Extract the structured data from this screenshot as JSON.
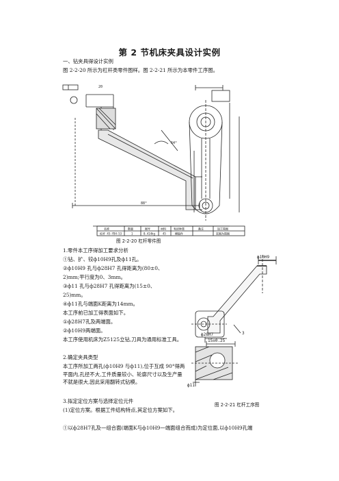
{
  "doc": {
    "title": "第 2 节机床夹具设计实例",
    "section_1": "一、钻夹具得设计实例",
    "intro": "图 2-2-20 所示为杠杆类零件图样。图 2-2-21 所示为本零件工序图。",
    "fig1_caption": "图 2-2-20  杠杆零件图",
    "fig2_caption": "图 2-2-21   杠杆工序图",
    "analysis_heading": "1.零件本工序得加工要求分析",
    "req_1": "①钻、扩、铰ф10H9孔及ф11孔。",
    "req_2a": "②ф10H9 孔与ф28H7 孔得距离为(80±0、",
    "req_2b": "2)mm;平行度为0、3mm。",
    "req_3a": "③ф11 孔与ф28H7 孔得距离为(15±0、",
    "req_3b": "25)mm。",
    "req_4": "④ф11孔与端面K距离为14mm。",
    "pre_intro": "本工序前已加工得表面如下。",
    "pre_1": "①ф28H7孔及两端面。",
    "pre_2": "②ф10H9两端面。",
    "machine": "本工序使用机床为Z5125立钻,刀具为通用标准工具。",
    "type_heading": "2.确定夹具类型",
    "type_text": "本工序所加工两孔(ф10H9 与ф11),位于互成 90°得两平面内,孔径不大,工件质量较小、轮廓尺寸以及生产量不就是很大,因此采用翻转式钻模。",
    "scheme_heading": "3.拟定定位方案与选择定位元件",
    "scheme_1": "(1)定位方案。根据工件结构特点,其定位方案如下。",
    "scheme_2": "①以ф28H7孔及一组合面(端面K与ф10H9一端面组合而成)为定位面,以ф10H9孔端"
  },
  "fig1": {
    "table_header": [
      "名称",
      "数量",
      "图号",
      "材料",
      "毛坯种类",
      "备注",
      "加工简图"
    ],
    "table_row": [
      "杠杆 45-YB4-53",
      "1",
      "0.414kg",
      "45",
      "模锻件",
      "",
      "宏图为简图"
    ]
  },
  "fig2": {
    "label_10h9": "ф10H9",
    "label_28h7": "ф28H7",
    "label_15": "15±0.25",
    "label_3": "3",
    "label_11": "ф11"
  }
}
